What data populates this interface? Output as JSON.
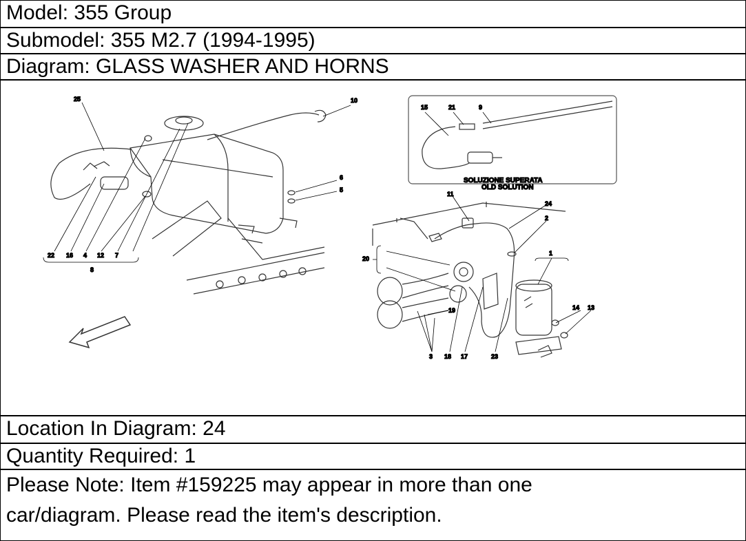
{
  "header": {
    "model": "Model: 355 Group",
    "submodel": "Submodel: 355 M2.7 (1994-1995)",
    "diagram": "Diagram: GLASS WASHER AND HORNS"
  },
  "diagram": {
    "callouts": {
      "c25": "25",
      "c10": "10",
      "c6": "6",
      "c5": "5",
      "c22": "22",
      "c16": "16",
      "c4": "4",
      "c12": "12",
      "c7": "7",
      "c8": "8",
      "c15": "15",
      "c21": "21",
      "c9": "9",
      "c11": "11",
      "c24": "24",
      "c2": "2",
      "c20": "20",
      "c1": "1",
      "c14": "14",
      "c13": "13",
      "c19": "19",
      "c3": "3",
      "c18": "18",
      "c17": "17",
      "c23": "23"
    },
    "inset_caption_line1": "SOLUZIONE SUPERATA",
    "inset_caption_line2": "OLD SOLUTION"
  },
  "footer": {
    "location": "Location In Diagram: 24",
    "quantity": "Quantity Required: 1",
    "note_line1": "Please Note: Item #159225 may appear in more than one",
    "note_line2": "car/diagram. Please read the item's description."
  }
}
